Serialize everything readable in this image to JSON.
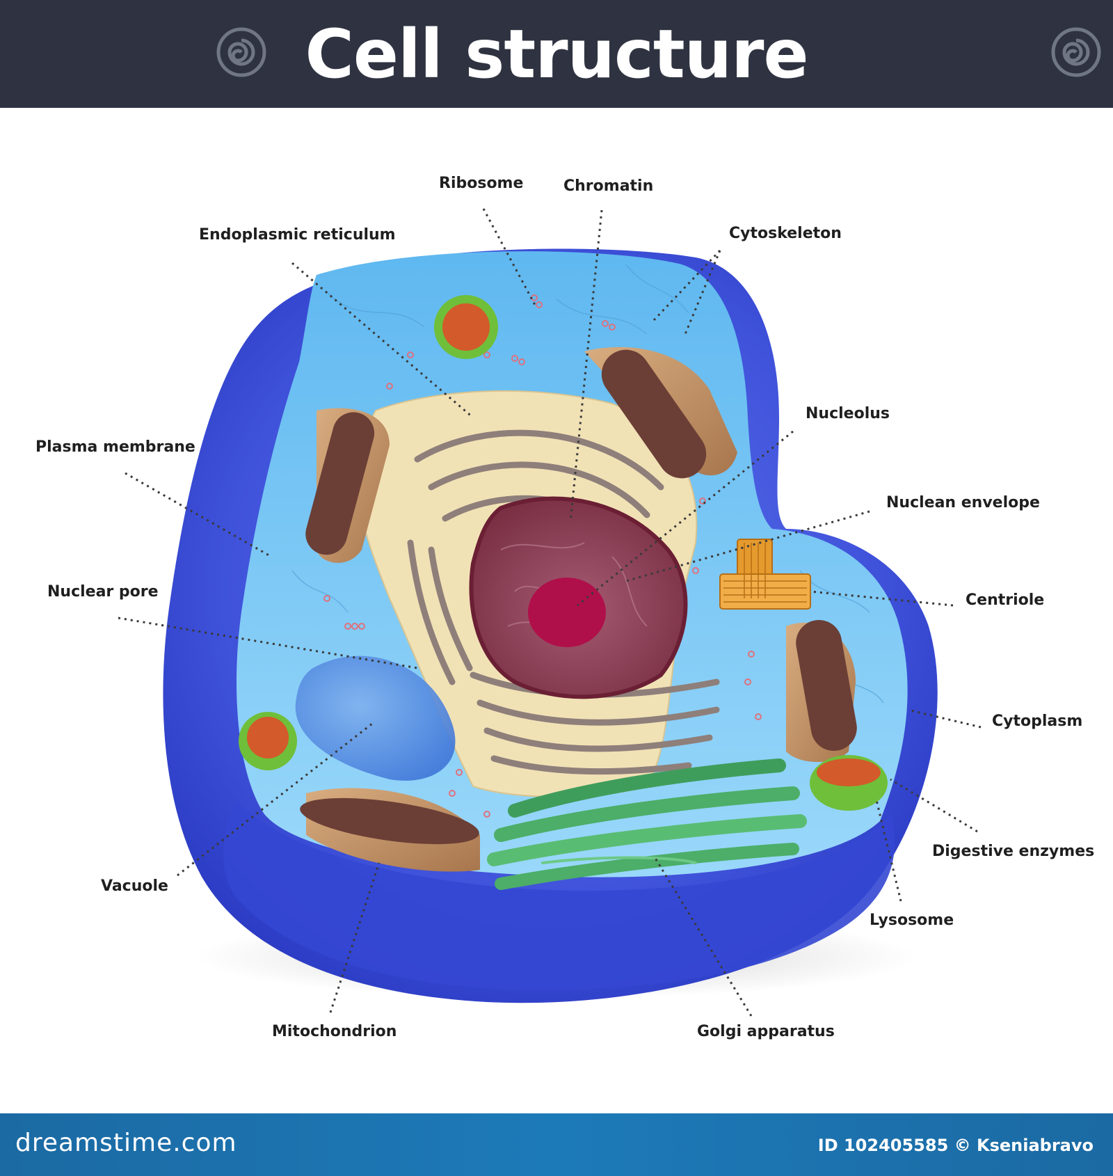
{
  "header": {
    "title": "Cell structure"
  },
  "labels": {
    "ribosome": "Ribosome",
    "chromatin": "Chromatin",
    "endoplasmic_reticulum": "Endoplasmic reticulum",
    "cytoskeleton": "Cytoskeleton",
    "nucleolus": "Nucleolus",
    "plasma_membrane": "Plasma membrane",
    "nuclean_envelope": "Nuclean envelope",
    "nuclear_pore": "Nuclear pore",
    "centriole": "Centriole",
    "cytoplasm": "Cytoplasm",
    "digestive_enzymes": "Digestive enzymes",
    "vacuole": "Vacuole",
    "lysosome": "Lysosome",
    "mitochondrion": "Mitochondrion",
    "golgi_apparatus": "Golgi apparatus"
  },
  "footer": {
    "brand": "dreamstime.com",
    "credit": "ID 102405585 © Kseniabravo"
  },
  "colors": {
    "header_bg": "#2f3341",
    "membrane": "#3d4fd6",
    "cytoplasm": "#7cc4f2",
    "nucleus": "#8a3a4e",
    "nucleolus": "#b0104a",
    "er": "#f1e2b6",
    "golgi": "#4cae68",
    "mitochondrion": "#b98a5f",
    "centriole": "#e59a2e",
    "footer_bg": "#1d7ab8"
  }
}
